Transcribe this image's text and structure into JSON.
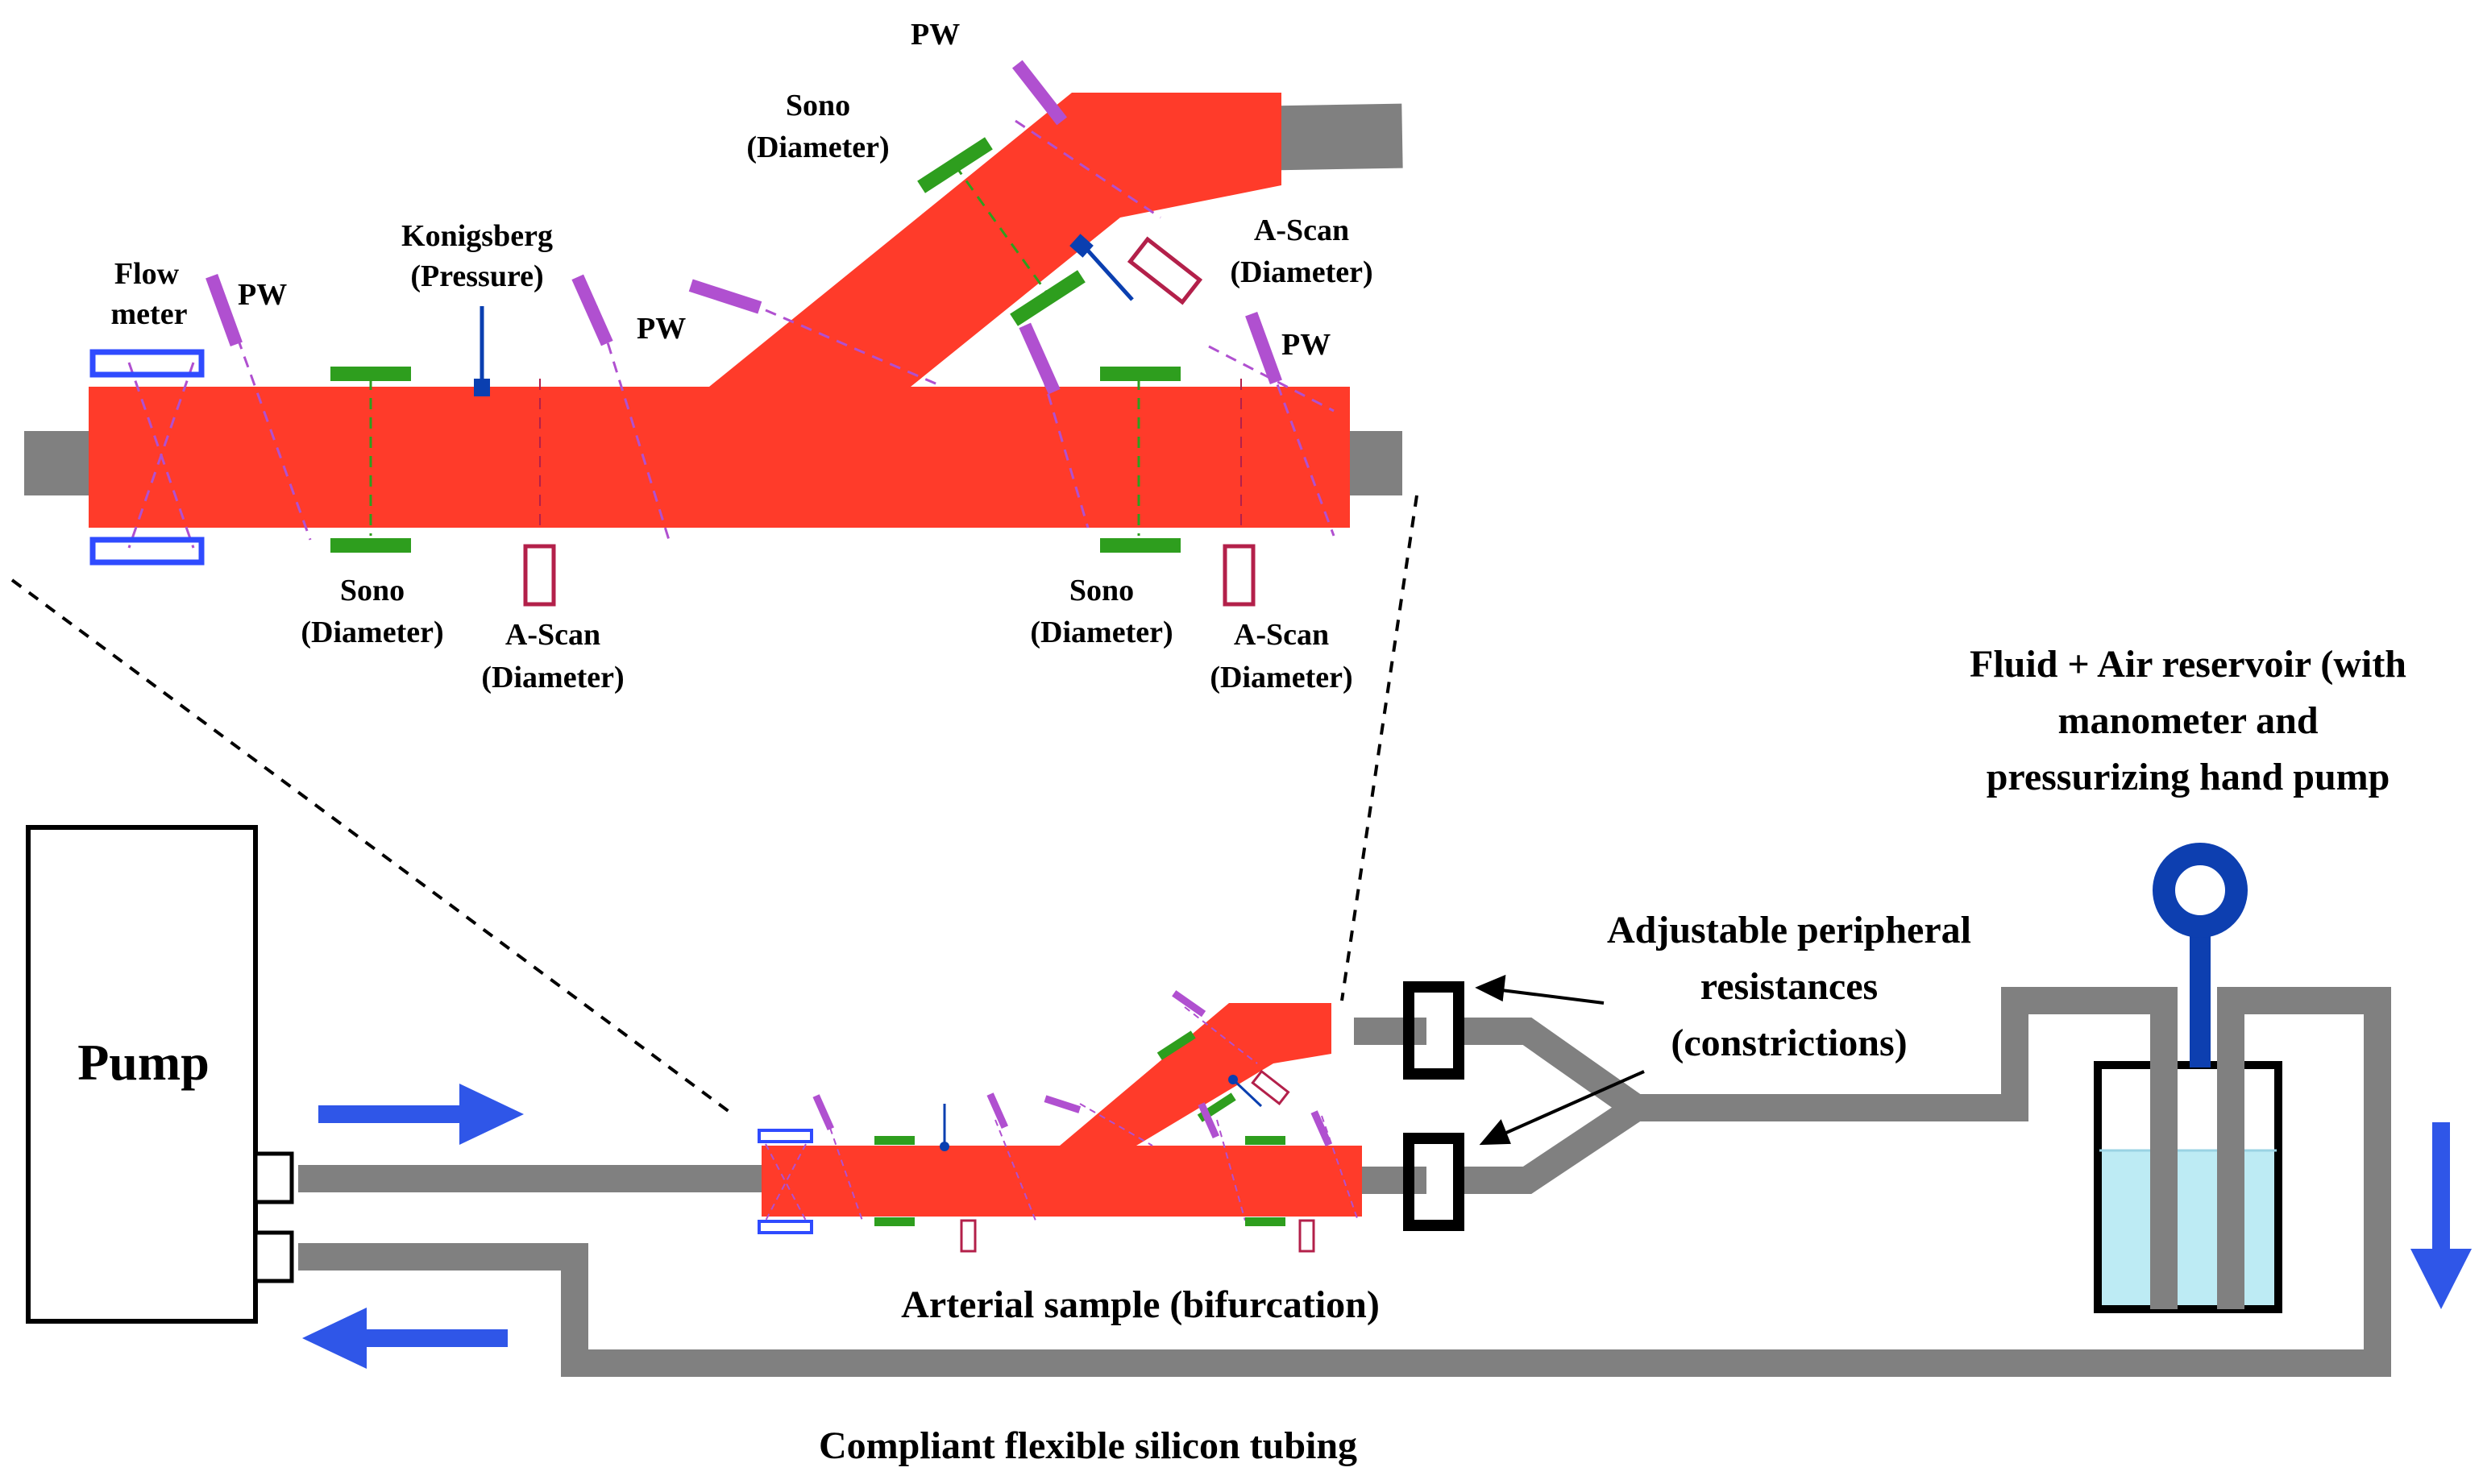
{
  "colors": {
    "artery": "#FF3B2A",
    "tube": "#808080",
    "sono": "#2E9E1E",
    "pw": "#B050D0",
    "ascan": "#B3204A",
    "flow_meter": "#2F4BFF",
    "pressure": "#0A3FB0",
    "arrow": "#2F56E8",
    "fluid": "#BDEBF4",
    "hand_pump": "#0D3FB0",
    "dash": "#000000"
  },
  "icons": {
    "pump": "pump-box",
    "clamp": "clamp-rectangle",
    "reservoir": "beaker",
    "hand_pump": "ring-handle"
  },
  "labels": {
    "flow_meter": [
      "Flow",
      "meter"
    ],
    "pw": "PW",
    "konigsberg": [
      "Konigsberg",
      "(Pressure)"
    ],
    "sono": [
      "Sono",
      "(Diameter)"
    ],
    "ascan": [
      "A-Scan",
      "(Diameter)"
    ],
    "pump": "Pump",
    "arterial_sample": "Arterial sample (bifurcation)",
    "tubing": "Compliant flexible silicon tubing",
    "resistances": [
      "Adjustable peripheral",
      "resistances",
      "(constrictions)"
    ],
    "reservoir": [
      "Fluid + Air reservoir (with",
      "manometer and",
      "pressurizing hand pump"
    ]
  }
}
